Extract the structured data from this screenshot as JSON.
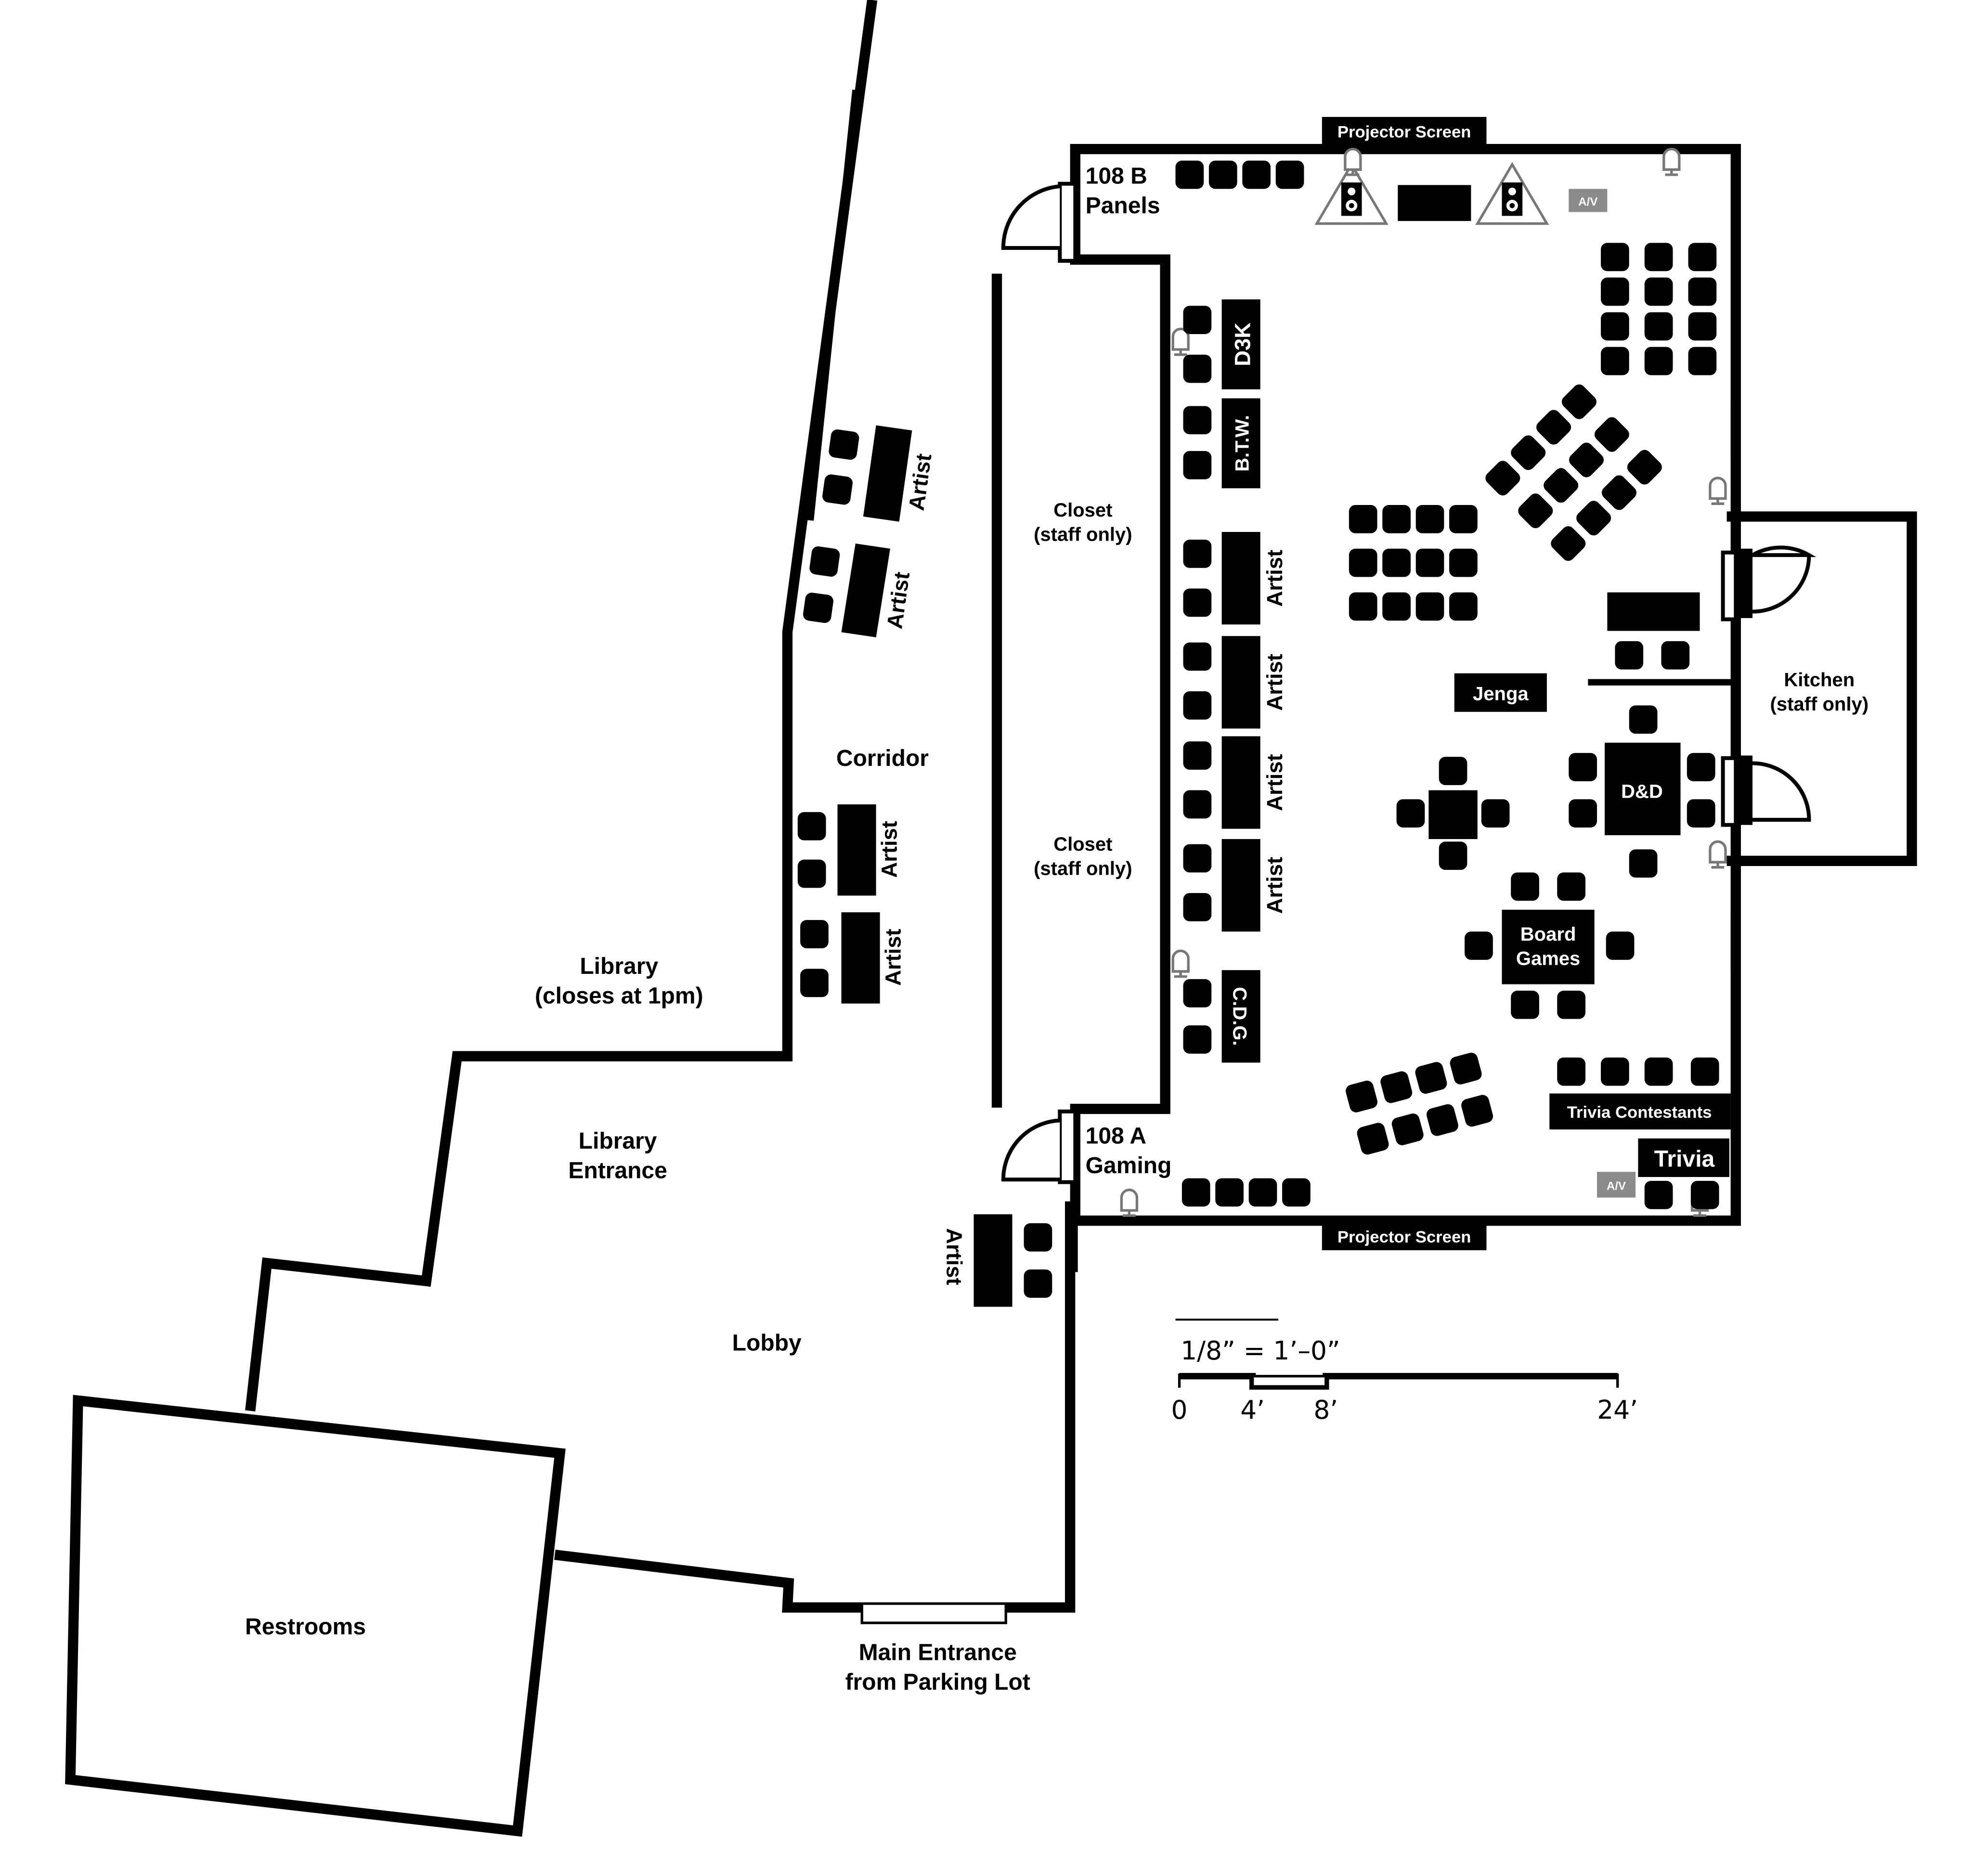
{
  "rooms": {
    "panels": {
      "line1": "108 B",
      "line2": "Panels"
    },
    "gaming": {
      "line1": "108 A",
      "line2": "Gaming"
    },
    "closet": {
      "line1": "Closet",
      "line2": "(staff only)"
    },
    "kitchen": {
      "line1": "Kitchen",
      "line2": "(staff only)"
    },
    "corridor": "Corridor",
    "library": {
      "line1": "Library",
      "line2": "(closes at 1pm)"
    },
    "library_entrance": {
      "line1": "Library",
      "line2": "Entrance"
    },
    "lobby": "Lobby",
    "restrooms": "Restrooms",
    "main_entrance": {
      "line1": "Main Entrance",
      "line2": "from Parking Lot"
    }
  },
  "signs": {
    "projector_top": "Projector Screen",
    "projector_bottom": "Projector Screen",
    "av": "A/V"
  },
  "tables": {
    "vendors": [
      "D3K",
      "B.T.W.",
      "C.D.G."
    ],
    "artist": "Artist",
    "jenga": "Jenga",
    "dnd": "D&D",
    "board_games": {
      "line1": "Board",
      "line2": "Games"
    },
    "trivia_contestants": "Trivia Contestants",
    "trivia": "Trivia"
  },
  "scale": {
    "ratio": "1/8”  =  1’–0”",
    "ticks": [
      "0",
      "4’",
      "8’",
      "24’"
    ]
  }
}
